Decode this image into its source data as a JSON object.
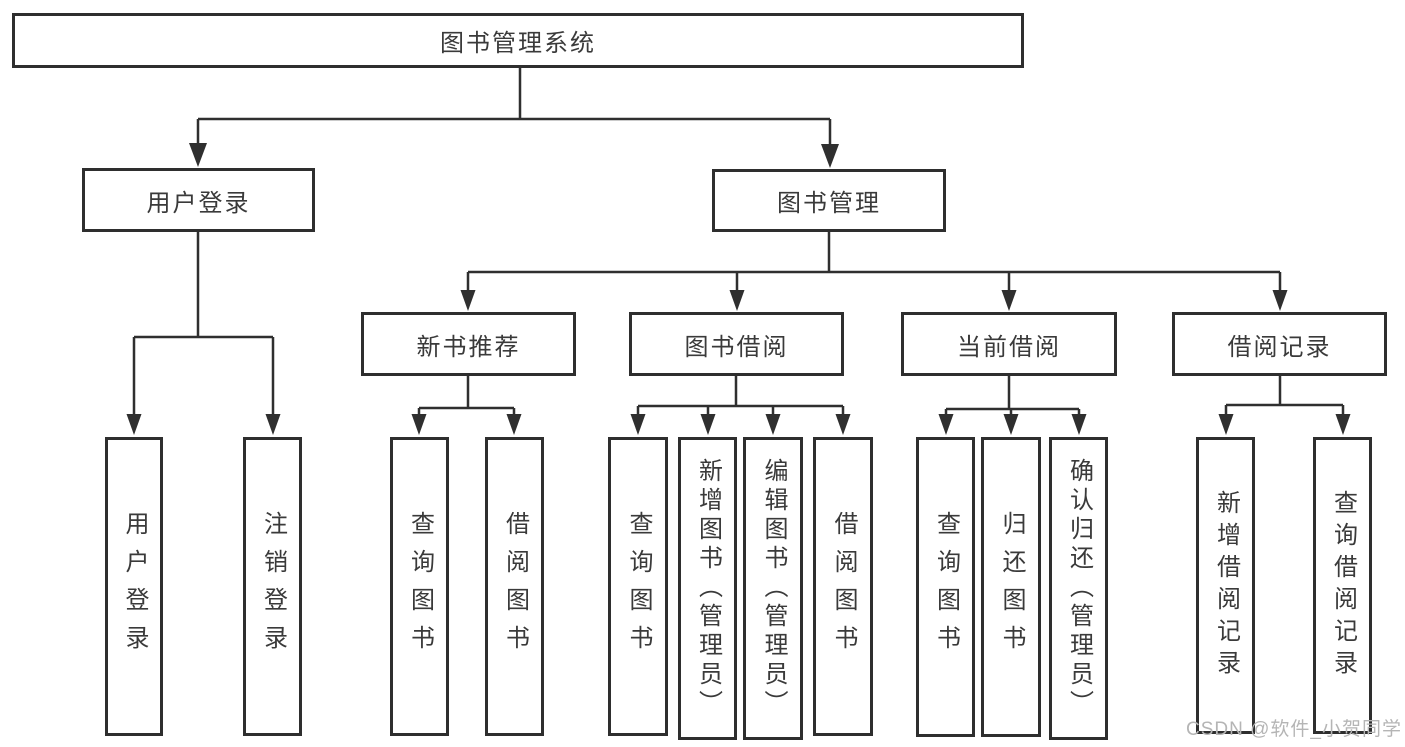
{
  "tree": {
    "label": "图书管理系统",
    "children": [
      {
        "label": "用户登录",
        "children": [
          {
            "label": "用户登录"
          },
          {
            "label": "注销登录"
          }
        ]
      },
      {
        "label": "图书管理",
        "children": [
          {
            "label": "新书推荐",
            "children": [
              {
                "label": "查询图书"
              },
              {
                "label": "借阅图书"
              }
            ]
          },
          {
            "label": "图书借阅",
            "children": [
              {
                "label": "查询图书"
              },
              {
                "label": "新增图书（管理员）"
              },
              {
                "label": "编辑图书（管理员）"
              },
              {
                "label": "借阅图书"
              }
            ]
          },
          {
            "label": "当前借阅",
            "children": [
              {
                "label": "查询图书"
              },
              {
                "label": "归还图书"
              },
              {
                "label": "确认归还（管理员）"
              }
            ]
          },
          {
            "label": "借阅记录",
            "children": [
              {
                "label": "新增借阅记录"
              },
              {
                "label": "查询借阅记录"
              }
            ]
          }
        ]
      }
    ]
  },
  "watermark": "CSDN @软件_小贺同学",
  "colors": {
    "line": "#2f2f2f",
    "box_border": "#2e2e2e",
    "text": "#3a3a3a",
    "watermark_text": "#b5b5b5",
    "background": "#ffffff"
  }
}
